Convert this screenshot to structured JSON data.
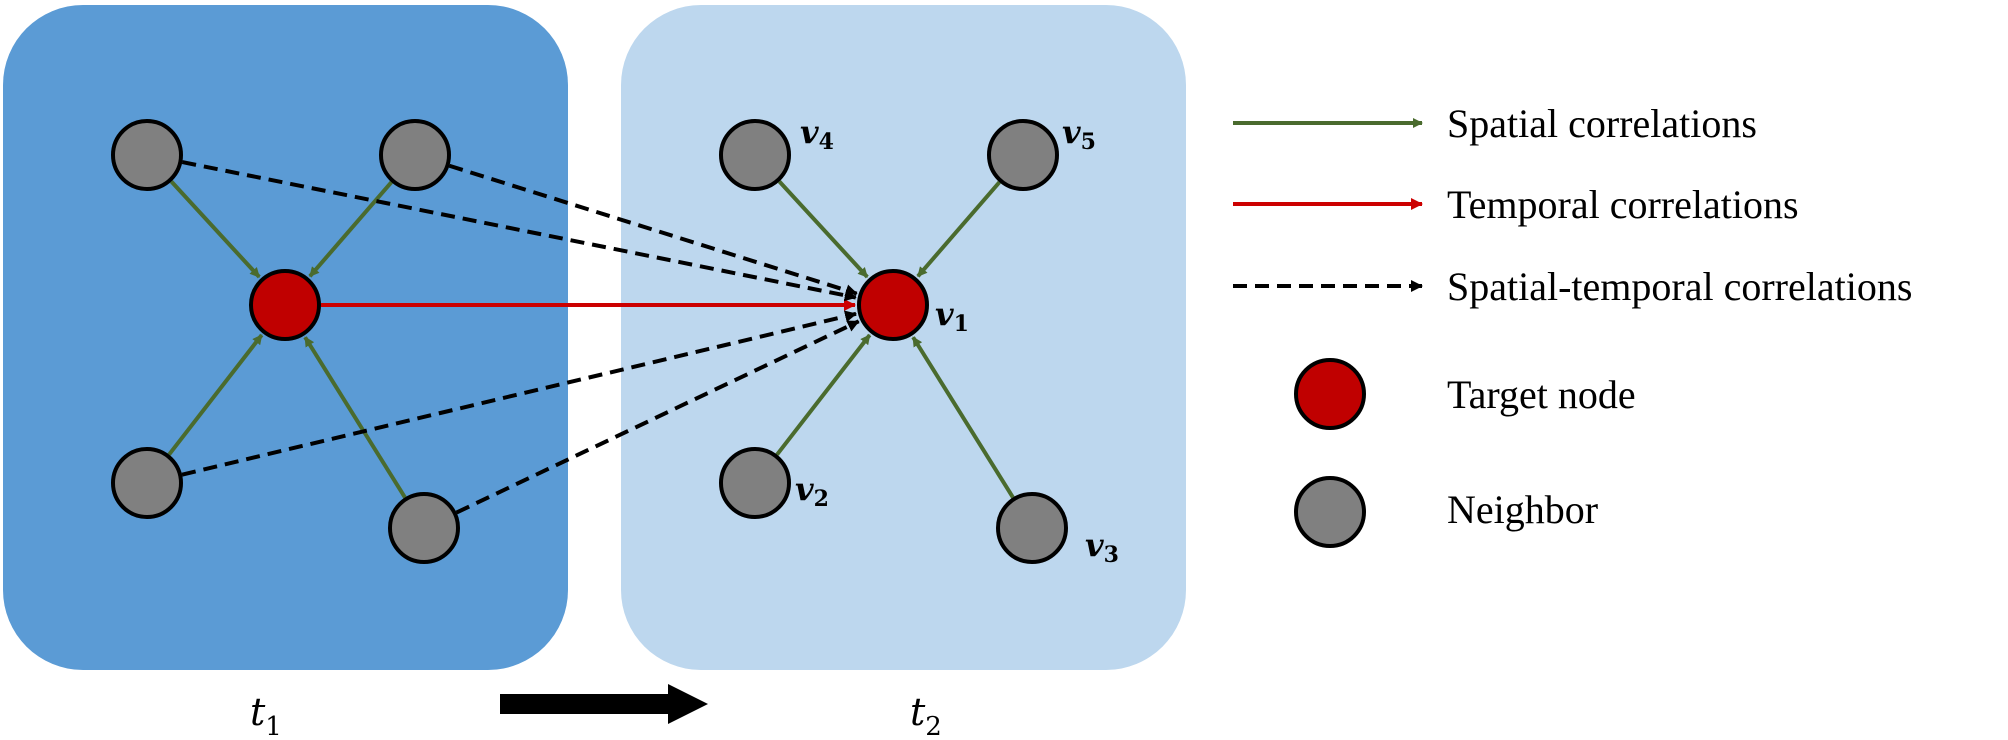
{
  "panels": [
    {
      "id": "t1",
      "time_label": "t",
      "time_sub": "1",
      "fill": "#5b9bd5"
    },
    {
      "id": "t2",
      "time_label": "t",
      "time_sub": "2",
      "fill": "#bdd7ee"
    }
  ],
  "nodes": {
    "n_a": {
      "label": "",
      "sub": "",
      "kind": "neighbor"
    },
    "n_b": {
      "label": "",
      "sub": "",
      "kind": "neighbor"
    },
    "n_c": {
      "label": "",
      "sub": "",
      "kind": "target"
    },
    "n_d": {
      "label": "",
      "sub": "",
      "kind": "neighbor"
    },
    "n_e": {
      "label": "",
      "sub": "",
      "kind": "neighbor"
    },
    "v1": {
      "label": "v",
      "sub": "1",
      "kind": "target"
    },
    "v2": {
      "label": "v",
      "sub": "2",
      "kind": "neighbor"
    },
    "v3": {
      "label": "v",
      "sub": "3",
      "kind": "neighbor"
    },
    "v4": {
      "label": "v",
      "sub": "4",
      "kind": "neighbor"
    },
    "v5": {
      "label": "v",
      "sub": "5",
      "kind": "neighbor"
    }
  },
  "edges": [
    {
      "from": "n_a",
      "to": "n_c",
      "type": "spatial"
    },
    {
      "from": "n_b",
      "to": "n_c",
      "type": "spatial"
    },
    {
      "from": "n_d",
      "to": "n_c",
      "type": "spatial"
    },
    {
      "from": "n_e",
      "to": "n_c",
      "type": "spatial"
    },
    {
      "from": "v4",
      "to": "v1",
      "type": "spatial"
    },
    {
      "from": "v5",
      "to": "v1",
      "type": "spatial"
    },
    {
      "from": "v2",
      "to": "v1",
      "type": "spatial"
    },
    {
      "from": "v3",
      "to": "v1",
      "type": "spatial"
    },
    {
      "from": "n_c",
      "to": "v1",
      "type": "temporal"
    },
    {
      "from": "n_a",
      "to": "v1",
      "type": "spatial-temporal"
    },
    {
      "from": "n_b",
      "to": "v1",
      "type": "spatial-temporal"
    },
    {
      "from": "n_d",
      "to": "v1",
      "type": "spatial-temporal"
    },
    {
      "from": "n_e",
      "to": "v1",
      "type": "spatial-temporal"
    }
  ],
  "legend": {
    "spatial": "Spatial correlations",
    "temporal": "Temporal correlations",
    "spatial_temporal": "Spatial-temporal correlations",
    "target": "Target node",
    "neighbor": "Neighbor"
  },
  "colors": {
    "spatial": "#4a6b2e",
    "temporal": "#cc0000",
    "spatial_temporal": "#000000",
    "target_fill": "#c00000",
    "neighbor_fill": "#808080",
    "node_stroke": "#000000"
  }
}
